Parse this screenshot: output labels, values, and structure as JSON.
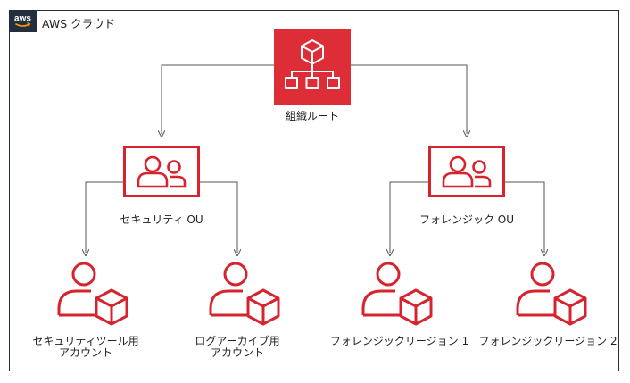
{
  "cloud": {
    "title": "AWS クラウド",
    "badge_text": "aws"
  },
  "nodes": {
    "root": {
      "label": "組織ルート"
    },
    "security_ou": {
      "label": "セキュリティ OU"
    },
    "forensic_ou": {
      "label": "フォレンジック OU"
    },
    "security_tool_account": {
      "line1": "セキュリティツール用",
      "line2": "アカウント"
    },
    "log_archive_account": {
      "line1": "ログアーカイブ用",
      "line2": "アカウント"
    },
    "forensic_region_1": {
      "label": "フォレンジックリージョン 1"
    },
    "forensic_region_2": {
      "label": "フォレンジックリージョン 2"
    }
  },
  "colors": {
    "accent_red": "#d6242f",
    "root_fill": "#dd2e38",
    "frame": "#232f3e",
    "connector": "#555555"
  },
  "icons": {
    "root": "organizations-icon",
    "ou": "organizational-unit-icon",
    "account": "account-icon"
  }
}
